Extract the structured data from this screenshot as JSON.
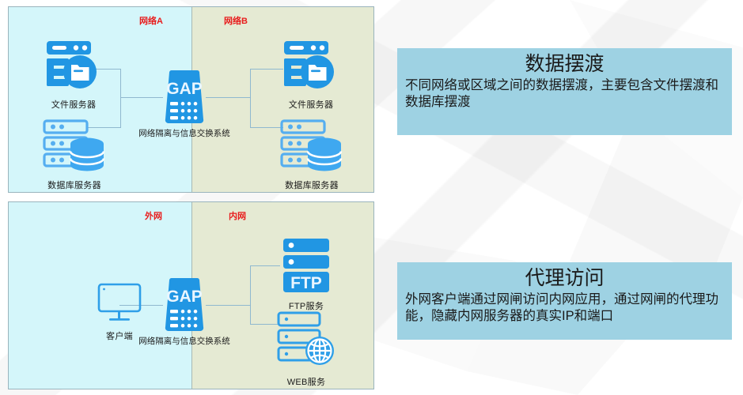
{
  "colors": {
    "zone_outer": "#d4f6fa",
    "zone_inner": "#e5ead3",
    "panel_border": "#9ab4bd",
    "zone_label": "#e81d1d",
    "icon_blue": "#2196e3",
    "icon_blue_light": "#55aef0",
    "wire": "#8fb8cf",
    "callout_bg": "#9ed2e3",
    "text": "#1a1a1a"
  },
  "diagrams": [
    {
      "id": "data-ferry-diagram",
      "zones": [
        {
          "name": "outer",
          "label": "网络A"
        },
        {
          "name": "inner",
          "label": "网络B"
        }
      ],
      "gateway": {
        "icon": "gap-device-icon",
        "badge": "GAP",
        "label": "网络隔离与信息交换系统"
      },
      "left_nodes": [
        {
          "icon": "file-server-icon",
          "label": "文件服务器"
        },
        {
          "icon": "database-server-icon",
          "label": "数据库服务器"
        }
      ],
      "right_nodes": [
        {
          "icon": "file-server-icon",
          "label": "文件服务器"
        },
        {
          "icon": "database-server-icon",
          "label": "数据库服务器"
        }
      ]
    },
    {
      "id": "proxy-access-diagram",
      "zones": [
        {
          "name": "outer",
          "label": "外网"
        },
        {
          "name": "inner",
          "label": "内网"
        }
      ],
      "gateway": {
        "icon": "gap-device-icon",
        "badge": "GAP",
        "label": "网络隔离与信息交换系统"
      },
      "left_nodes": [
        {
          "icon": "client-monitor-icon",
          "label": "客户端"
        }
      ],
      "right_nodes": [
        {
          "icon": "ftp-server-icon",
          "badge": "FTP",
          "label": "FTP服务"
        },
        {
          "icon": "web-server-icon",
          "label": "WEB服务"
        }
      ]
    }
  ],
  "callouts": [
    {
      "id": "data-ferry-callout",
      "title": "数据摆渡",
      "body": "不同网络或区域之间的数据摆渡，主要包含文件摆渡和数据库摆渡"
    },
    {
      "id": "proxy-access-callout",
      "title": "代理访问",
      "body": "外网客户端通过网闸访问内网应用，通过网闸的代理功能，隐藏内网服务器的真实IP和端口"
    }
  ]
}
